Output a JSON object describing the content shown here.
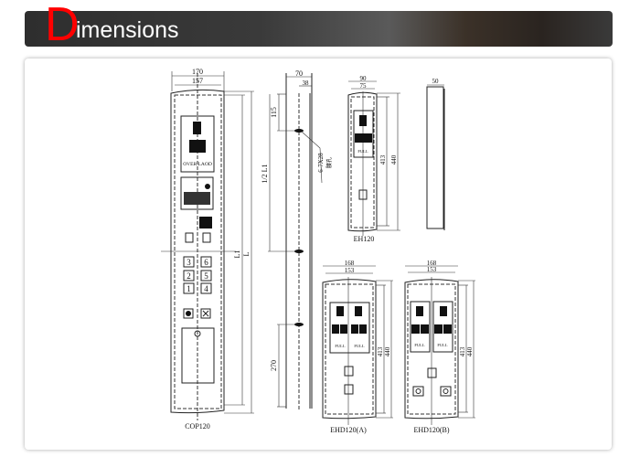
{
  "header": {
    "title_initial": "D",
    "title_rest": "imensions"
  },
  "drawing": {
    "cop120": {
      "label": "COP120",
      "width_outer": "170",
      "width_inner": "157",
      "dim_l1": "L1",
      "dim_l": "L",
      "overload_text": "OVER LAOD",
      "keys": [
        "3",
        "6",
        "2",
        "5",
        "1",
        "4"
      ]
    },
    "side_view": {
      "width": "70",
      "offset": "38",
      "top_hole": "115",
      "half_l1": "1/2 L1",
      "bottom_hole": "270",
      "hole_note": "6-7X28",
      "hole_note_sub": "腰孔"
    },
    "eh120": {
      "label": "EH120",
      "width_outer": "90",
      "width_inner": "75",
      "h_inner": "413",
      "h_outer": "440",
      "full_text": "FULL",
      "depth": "50"
    },
    "ehd120a": {
      "label": "EHD120(A)",
      "width_outer": "168",
      "width_inner": "153",
      "h_inner": "413",
      "h_outer": "440",
      "full_text": "FULL"
    },
    "ehd120b": {
      "label": "EHD120(B)",
      "width_outer": "168",
      "width_inner": "153",
      "h_inner": "413",
      "h_outer": "440",
      "full_text": "FULL"
    }
  }
}
